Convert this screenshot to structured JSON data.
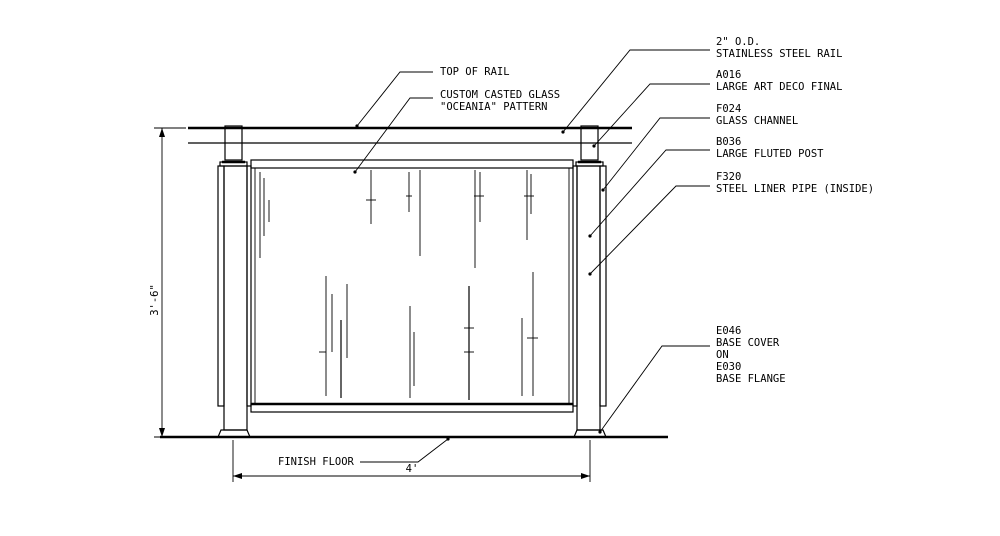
{
  "labels": {
    "top_of_rail": "TOP OF RAIL",
    "glass_line1": "CUSTOM CASTED GLASS",
    "glass_line2": "\"OCEANIA\" PATTERN",
    "rail_line1": "2\" O.D.",
    "rail_line2": "STAINLESS STEEL RAIL",
    "final_line1": "A016",
    "final_line2": "LARGE ART DECO FINAL",
    "channel_line1": "F024",
    "channel_line2": "GLASS CHANNEL",
    "post_line1": "B036",
    "post_line2": "LARGE FLUTED POST",
    "liner_line1": "F320",
    "liner_line2": "STEEL LINER PIPE (INSIDE)",
    "base_line1": "E046",
    "base_line2": "BASE COVER",
    "base_line3": "ON",
    "base_line4": "E030",
    "base_line5": "BASE FLANGE",
    "finish_floor": "FINISH FLOOR"
  },
  "dimensions": {
    "height": "3'-6\"",
    "width": "4'"
  }
}
